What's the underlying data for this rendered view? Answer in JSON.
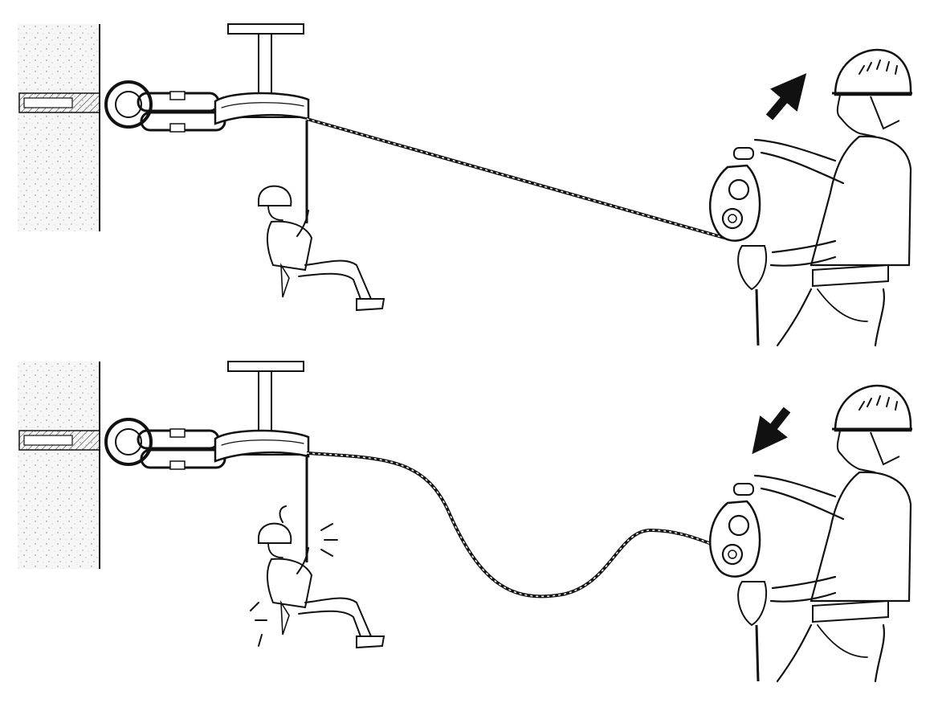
{
  "figure": {
    "panels": [
      {
        "id": "top",
        "arrow": "up",
        "rope_state": "taut",
        "rescued_person_state": "calm"
      },
      {
        "id": "bottom",
        "arrow": "down",
        "rope_state": "slack",
        "rescued_person_state": "impact"
      }
    ],
    "icons": [
      "anchor-bolt-icon",
      "carabiner-icon",
      "sling-icon",
      "pulley-icon",
      "helmet-icon",
      "arrow-icon"
    ],
    "colors": {
      "ink": "#111111",
      "wall": "#f4f4f4",
      "background": "#ffffff"
    }
  }
}
